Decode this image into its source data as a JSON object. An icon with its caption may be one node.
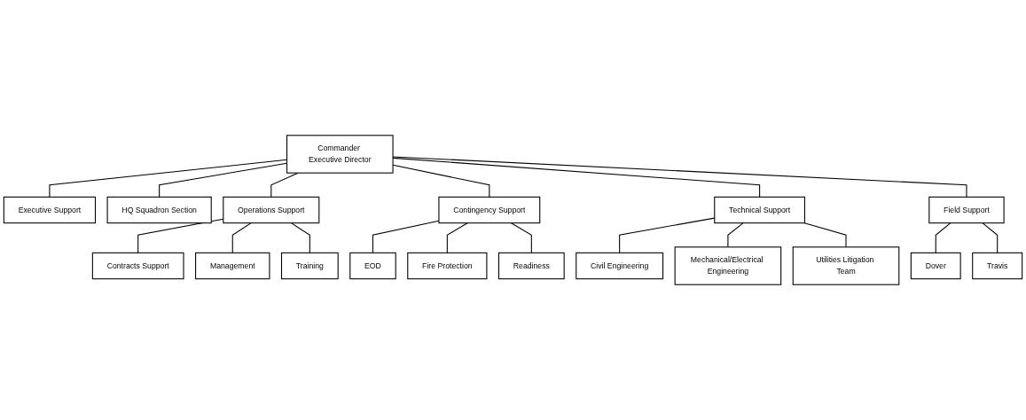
{
  "diagram": {
    "nodes": [
      {
        "text": [
          "Commander Executive Director"
        ]
      },
      {
        "text": [
          "Executive Support"
        ]
      },
      {
        "text": [
          "HQ Squadron Section"
        ]
      },
      {
        "text": [
          "Operations Support"
        ]
      },
      {
        "text": [
          "Contingency Support"
        ]
      },
      {
        "text": [
          "Technical Support"
        ]
      },
      {
        "text": [
          "Field Support"
        ]
      },
      {
        "text": [
          "Contracts Support"
        ]
      },
      {
        "text": [
          "Management"
        ]
      },
      {
        "text": [
          "Training"
        ]
      },
      {
        "text": [
          "EOD"
        ]
      },
      {
        "text": [
          "Fire Protection"
        ]
      },
      {
        "text": [
          "Readiness"
        ]
      },
      {
        "text": [
          "Civil Engineering"
        ]
      },
      {
        "text": [
          "Mechanical/Electrical Engineering"
        ]
      },
      {
        "text": [
          "Utilities Litigation Team"
        ]
      },
      {
        "text": [
          "Dover"
        ]
      },
      {
        "text": [
          "Travis"
        ]
      }
    ],
    "edges": [
      {
        "from": 0,
        "to": 1,
        "arrow": "none"
      },
      {
        "from": 0,
        "to": 2,
        "arrow": "none"
      },
      {
        "from": 0,
        "to": 3,
        "arrow": "none"
      },
      {
        "from": 0,
        "to": 4,
        "arrow": "none"
      },
      {
        "from": 0,
        "to": 5,
        "arrow": "none"
      },
      {
        "from": 0,
        "to": 6,
        "arrow": "none"
      },
      {
        "from": 3,
        "to": 7,
        "arrow": "none"
      },
      {
        "from": 3,
        "to": 8,
        "arrow": "none"
      },
      {
        "from": 3,
        "to": 9,
        "arrow": "none"
      },
      {
        "from": 4,
        "to": 10,
        "arrow": "none"
      },
      {
        "from": 4,
        "to": 11,
        "arrow": "none"
      },
      {
        "from": 4,
        "to": 12,
        "arrow": "none"
      },
      {
        "from": 5,
        "to": 13,
        "arrow": "none"
      },
      {
        "from": 5,
        "to": 14,
        "arrow": "none"
      },
      {
        "from": 5,
        "to": 15,
        "arrow": "none"
      },
      {
        "from": 6,
        "to": 16,
        "arrow": "none"
      },
      {
        "from": 6,
        "to": 17,
        "arrow": "none"
      }
    ]
  }
}
